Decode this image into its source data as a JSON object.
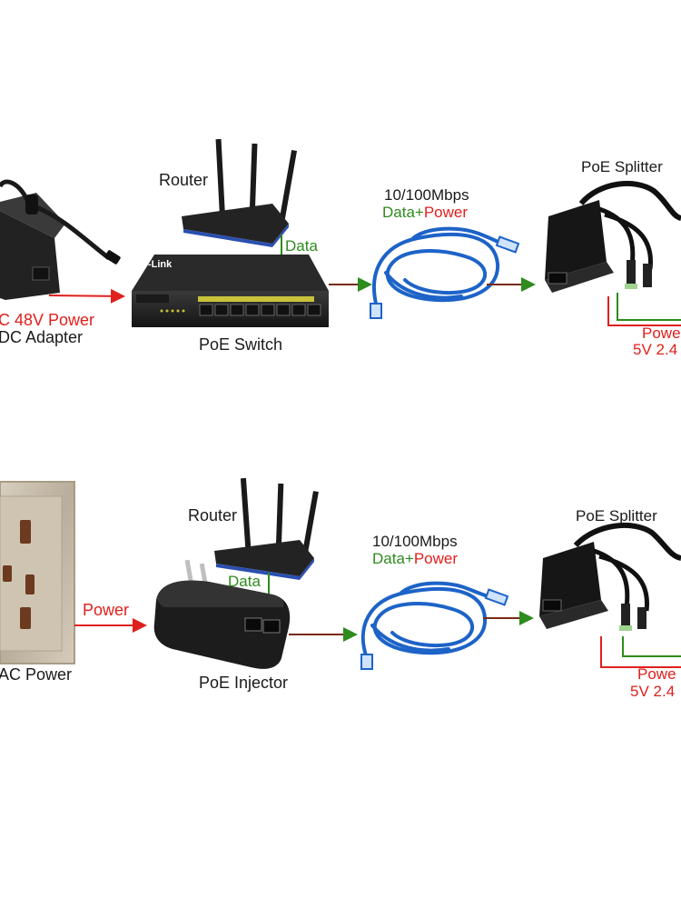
{
  "colors": {
    "red": "#e0201c",
    "green": "#2e8b1e",
    "brown": "#7a2a14",
    "cable_blue": "#1d63c8",
    "device_dark": "#1e1e1e",
    "router_blue": "#2b4fb0"
  },
  "top": {
    "adapter_label_1": "C 48V Power",
    "adapter_label_2": "DC Adapter",
    "router_label": "Router",
    "switch_brand": "D-Link",
    "switch_label": "PoE Switch",
    "data_label": "Data",
    "speed_label": "10/100Mbps",
    "data_plus": "Data+",
    "power_word": "Power",
    "splitter_label": "PoE Splitter",
    "out_power": "Powe",
    "out_spec": "5V 2.4"
  },
  "bottom": {
    "ac_label": "AC Power",
    "power_label": "Power",
    "router_label": "Router",
    "data_label": "Data",
    "injector_label": "PoE Injector",
    "speed_label": "10/100Mbps",
    "data_plus": "Data+",
    "power_word": "Power",
    "splitter_label": "PoE Splitter",
    "out_power": "Powe",
    "out_spec": "5V 2.4"
  },
  "icons": [
    "dc-adapter-icon",
    "router-icon",
    "poe-switch-icon",
    "ethernet-cable-icon",
    "poe-splitter-icon",
    "wall-socket-icon",
    "poe-injector-icon"
  ]
}
